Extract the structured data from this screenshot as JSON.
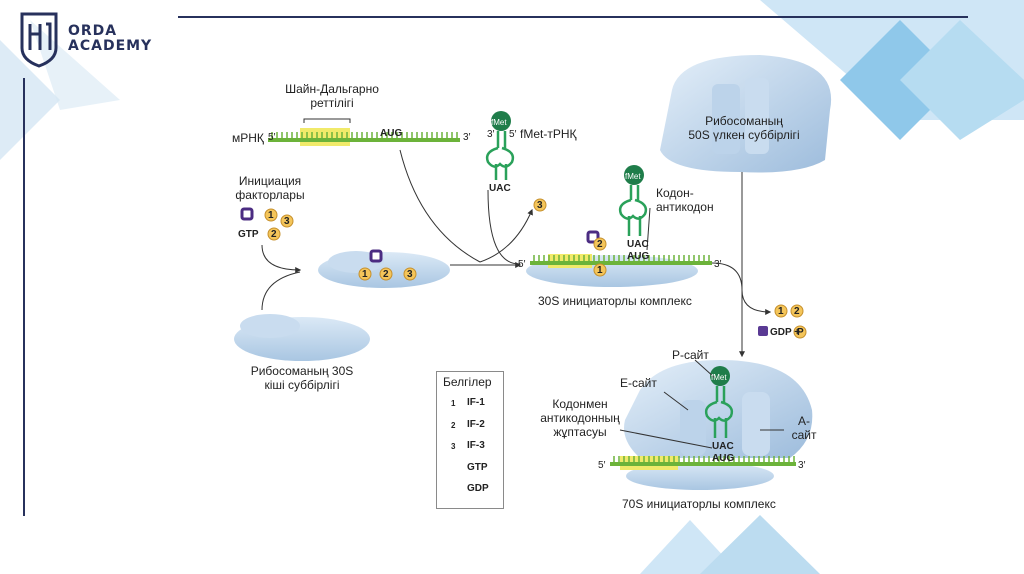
{
  "branding": {
    "logo_line1": "ORDA",
    "logo_line2": "ACADEMY",
    "colors": {
      "navy": "#27315c",
      "accent_blue": "#5db3e4",
      "light_blue": "#bfe0f3"
    }
  },
  "diagram": {
    "mrna_label": "мРНҚ",
    "five_prime": "5′",
    "three_prime": "3′",
    "aug": "AUG",
    "uac": "UAC",
    "fmet": "fMet",
    "shine_dalgarno": "Шайн-Дальгарно\nреттілігі",
    "fmet_trna_label": "fMet-тРНҚ",
    "init_factors_label": "Инициация\nфакторлары",
    "gtp": "GTP",
    "small_subunit_label": "Рибосоманың 30S\nкіші суббірлігі",
    "large_subunit_label": "Рибосоманың\n50S үлкен суббірлігі",
    "codon_anticodon_label": "Кодон-\nантикодон",
    "complex_30s_label": "30S инициаторлы комплекс",
    "gdp_plus_p": "GDP +",
    "p_symbol": "P",
    "p_site": "Р-сайт",
    "e_site": "Е-сайт",
    "a_site": "А-\nсайт",
    "codon_pairing_label": "Кодонмен\nантикодонның\nжұптасуы",
    "complex_70s_label": "70S инициаторлы комплекс",
    "if_numbers": [
      "1",
      "2",
      "3"
    ]
  },
  "legend": {
    "title": "Белгілер",
    "items": [
      {
        "symbol": "1",
        "label": "IF-1",
        "icon": "if1-icon"
      },
      {
        "symbol": "2",
        "label": "IF-2",
        "icon": "if2-icon"
      },
      {
        "symbol": "3",
        "label": "IF-3",
        "icon": "if3-icon"
      },
      {
        "symbol": "",
        "label": "GTP",
        "icon": "gtp-icon"
      },
      {
        "symbol": "",
        "label": "GDP",
        "icon": "gdp-icon"
      }
    ]
  }
}
